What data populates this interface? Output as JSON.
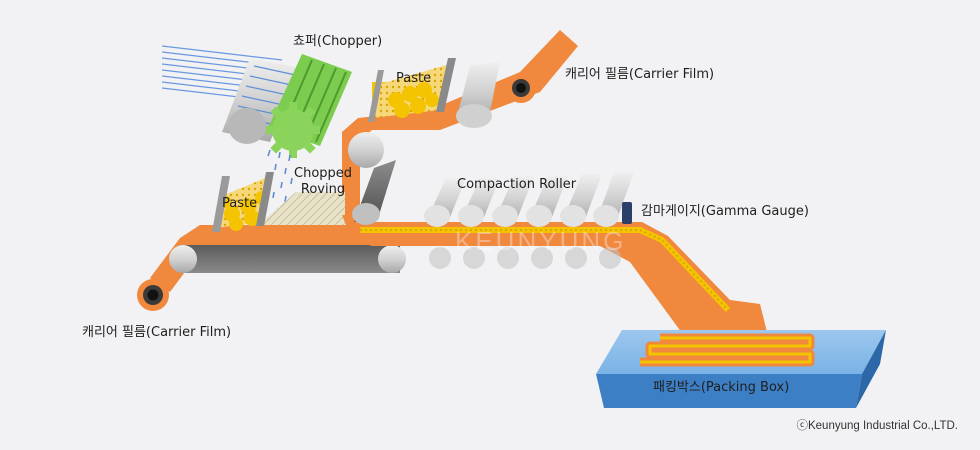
{
  "labels": {
    "chopper": "쵸퍼(Chopper)",
    "paste_top": "Paste",
    "carrier_film_top": "캐리어 필름(Carrier Film)",
    "chopped_roving": "Chopped\nRoving",
    "paste_bottom": "Paste",
    "compaction_roller": "Compaction Roller",
    "gamma_gauge": "감마게이지(Gamma Gauge)",
    "carrier_film_bottom": "캐리어 필름(Carrier Film)",
    "packing_box": "패킹박스(Packing Box)",
    "watermark": "KEUNYUNG",
    "copyright": "ⓒKeunyung Industrial Co.,LTD."
  },
  "colors": {
    "film_orange": "#f0883e",
    "film_dark": "#d9692a",
    "paste_yellow": "#f5c400",
    "chopper_green": "#6cc14a",
    "roller_gray": "#c9c9c9",
    "box_blue": "#3d7fc4"
  }
}
